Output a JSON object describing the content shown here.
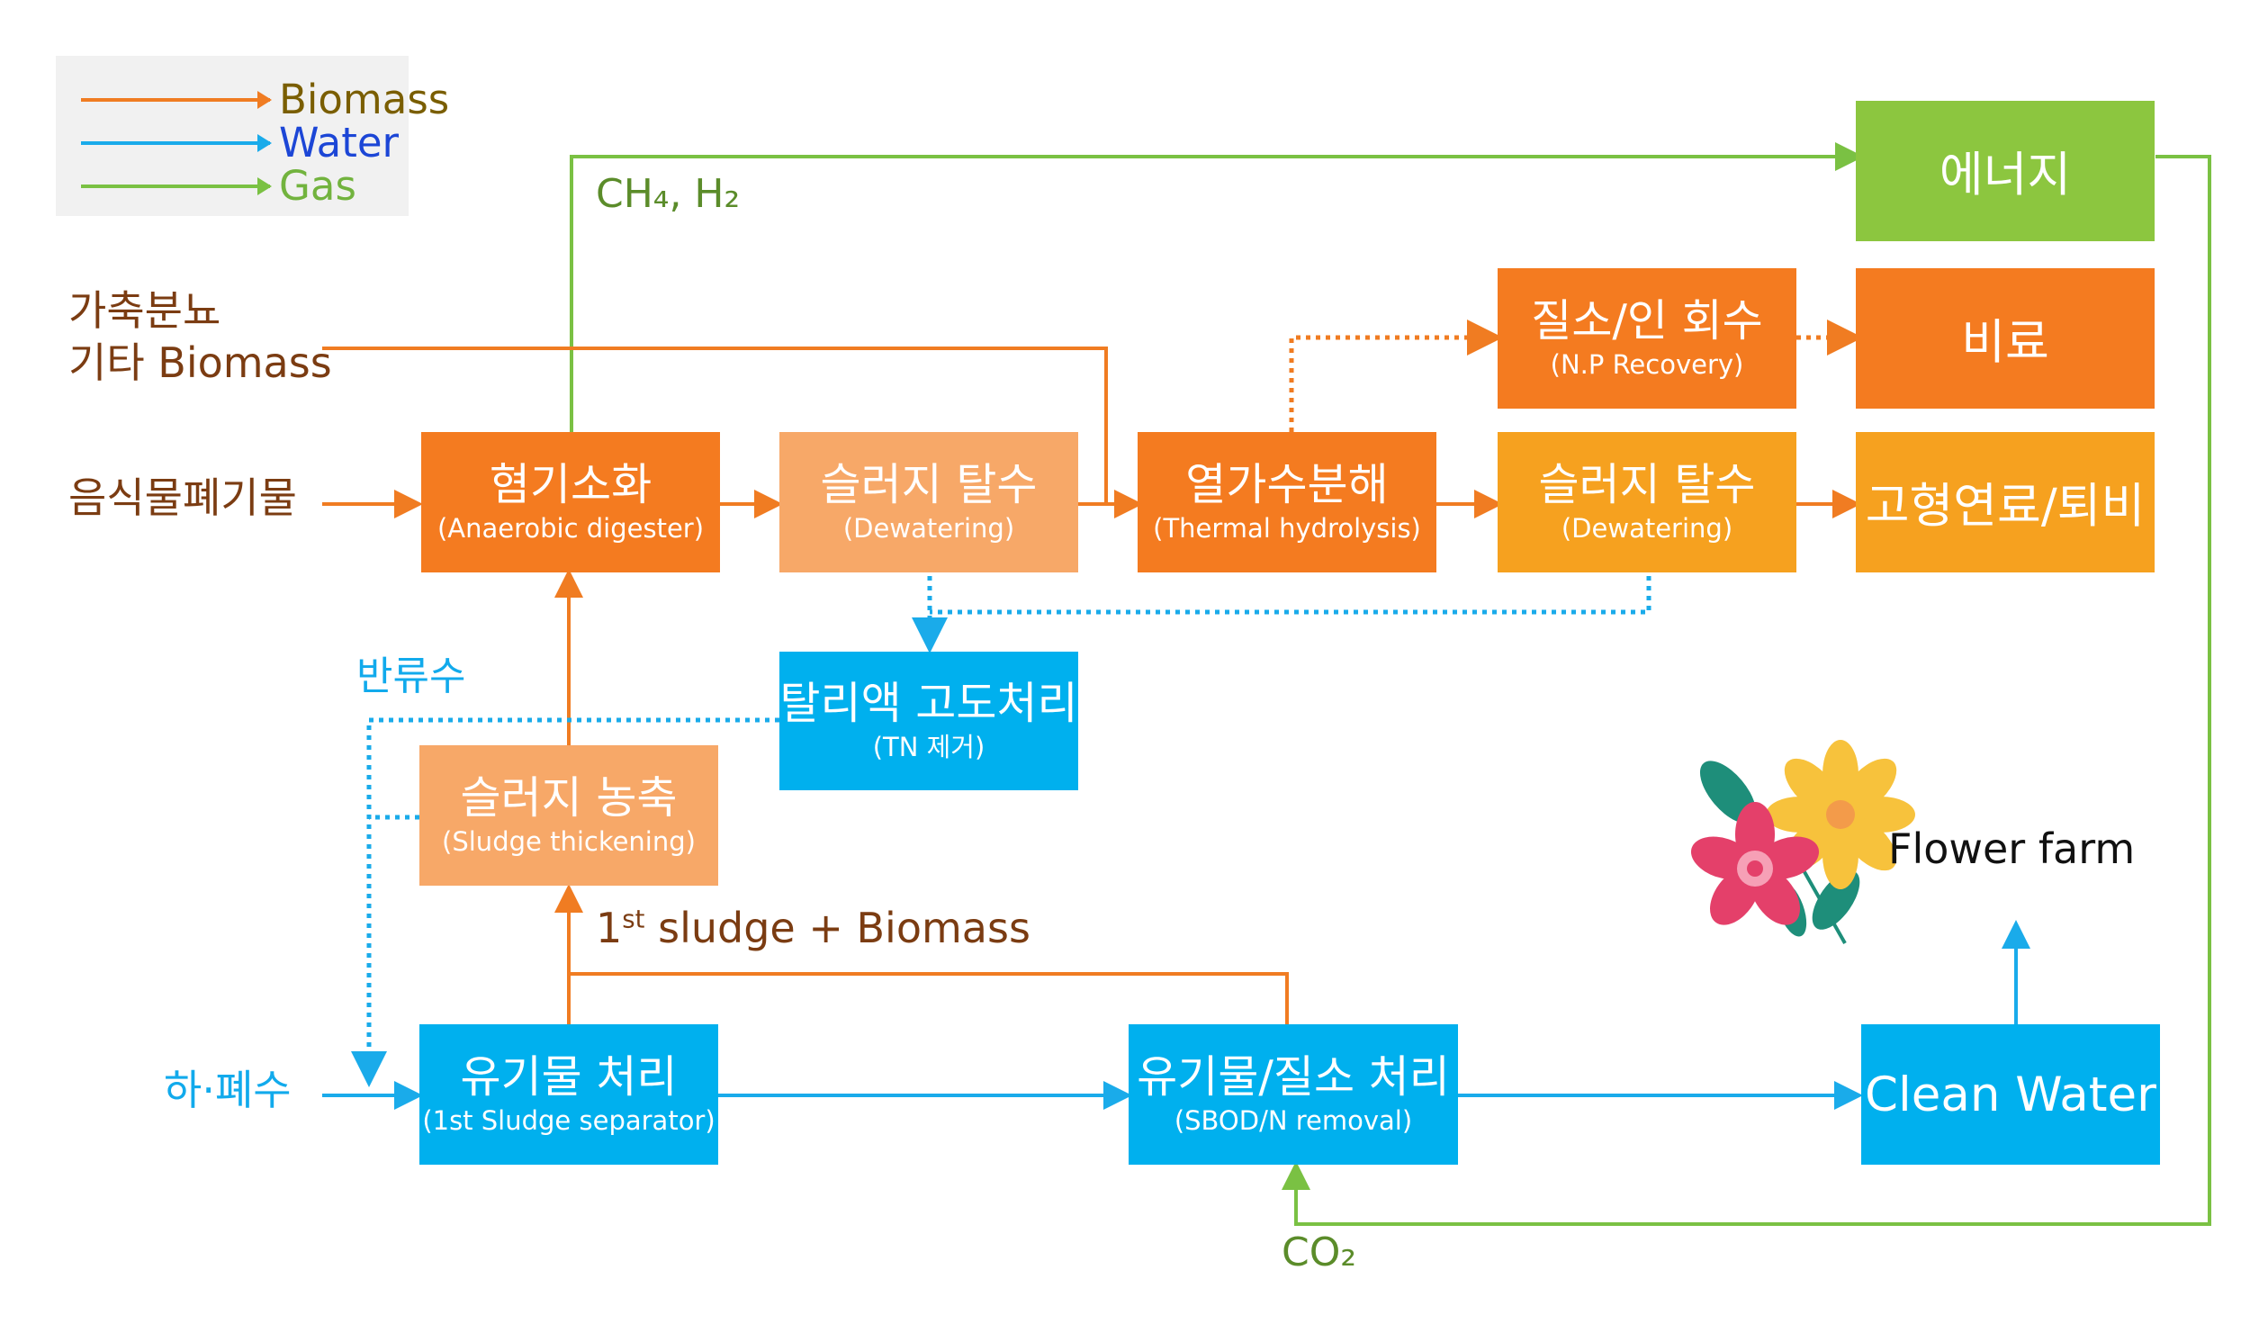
{
  "legend": {
    "biomass": {
      "label": "Biomass",
      "color": "#f07c22",
      "text_color": "#7a5e00"
    },
    "water": {
      "label": "Water",
      "color": "#1aabea",
      "text_color": "#1c46d6"
    },
    "gas": {
      "label": "Gas",
      "color": "#7ac143",
      "text_color": "#72b33e"
    }
  },
  "colors": {
    "biomass_line": "#f07c22",
    "water_line": "#1aabea",
    "gas_line": "#7ac143",
    "box_orange": "#f47b20",
    "box_peach": "#f7a868",
    "box_amber": "#f6a11f",
    "box_blue": "#00b0ee",
    "box_green": "#8cc63f",
    "label_brown": "#7b3c12",
    "label_green": "#5b8c2a",
    "label_blue": "#11aaec"
  },
  "labels": {
    "gas_ch4_h2": "CH₄, H₂",
    "livestock_line1": "가축분뇨",
    "livestock_line2": "기타 Biomass",
    "food_waste": "음식물폐기물",
    "return_water": "반류수",
    "wastewater": "하·폐수",
    "first_sludge_biomass": "1st sludge + Biomass",
    "co2": "CO₂",
    "flower_farm": "Flower farm"
  },
  "boxes": {
    "anaerobic": {
      "title": "혐기소화",
      "sub": "(Anaerobic digester)"
    },
    "dewatering1": {
      "title": "슬러지 탈수",
      "sub": "(Dewatering)"
    },
    "thermal": {
      "title": "열가수분해",
      "sub": "(Thermal hydrolysis)"
    },
    "dewatering2": {
      "title": "슬러지 탈수",
      "sub": "(Dewatering)"
    },
    "solid_fuel": {
      "title": "고형연료/퇴비"
    },
    "np_recovery": {
      "title": "질소/인 회수",
      "sub": "(N.P Recovery)"
    },
    "fertilizer": {
      "title": "비료"
    },
    "energy": {
      "title": "에너지"
    },
    "tn_removal": {
      "title": "탈리액 고도처리",
      "sub": "(TN 제거)"
    },
    "thickening": {
      "title": "슬러지 농축",
      "sub": "(Sludge thickening)"
    },
    "organic": {
      "title": "유기물 처리",
      "sub": "(1st Sludge separator)"
    },
    "organic_n": {
      "title": "유기물/질소 처리",
      "sub": "(SBOD/N removal)"
    },
    "clean_water": {
      "title": "Clean Water"
    }
  }
}
